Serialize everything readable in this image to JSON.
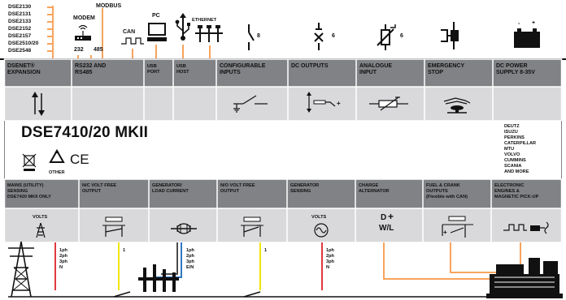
{
  "dse_models": [
    "DSE2130",
    "DSE2131",
    "DSE2133",
    "DSE2152",
    "DSE2157",
    "DSE2510/20",
    "DSE2548"
  ],
  "top_labels": {
    "modem": "MODEM",
    "modbus": "MODBUS",
    "port232": "232",
    "port485": "485",
    "can": "CAN",
    "pc": "PC",
    "ethernet": "ETHERNET",
    "configurable_count": "8",
    "dc_outputs_count": "6",
    "analogue_count": "6",
    "dc_minus": "-",
    "dc_plus": "+"
  },
  "upper_headers": [
    {
      "line1": "DSENET®",
      "line2": "EXPANSION"
    },
    {
      "line1": "RS232 AND",
      "line2": "RS485"
    },
    {
      "line1": "USB",
      "line2": "PORT"
    },
    {
      "line1": "USB",
      "line2": "HOST"
    },
    {
      "line1": "CONFIGURABLE",
      "line2": "INPUTS"
    },
    {
      "line1": "DC OUTPUTS",
      "line2": ""
    },
    {
      "line1": "ANALOGUE",
      "line2": "INPUT"
    },
    {
      "line1": "EMERGENCY",
      "line2": "STOP"
    },
    {
      "line1": "DC POWER",
      "line2": "SUPPLY 8-35V"
    }
  ],
  "product": {
    "title": "DSE7410/20 MKII",
    "other": "OTHER",
    "ce": "CE",
    "engines": [
      "DEUTZ",
      "ISUZU",
      "PERKINS",
      "CATERPILLAR",
      "MTU",
      "VOLVO",
      "CUMMINS",
      "SCANIA",
      "AND MORE"
    ]
  },
  "lower_headers": [
    {
      "line1": "MAINS (UTILITY)",
      "line2": "SENSING",
      "line3": "DSE7420 MKII ONLY"
    },
    {
      "line1": "N/C VOLT FREE",
      "line2": "OUTPUT",
      "line3": ""
    },
    {
      "line1": "GENERATOR/",
      "line2": "LOAD CURRENT",
      "line3": ""
    },
    {
      "line1": "N/O VOLT FREE",
      "line2": "OUTPUT",
      "line3": ""
    },
    {
      "line1": "GENERATOR",
      "line2": "SENSING",
      "line3": ""
    },
    {
      "line1": "CHARGE",
      "line2": "ALTERNATOR",
      "line3": ""
    },
    {
      "line1": "FUEL & CRANK",
      "line2": "OUTPUTS",
      "line3": "(Flexible with CAN)"
    },
    {
      "line1": "ELECTRONIC",
      "line2": "ENGINES &",
      "line3": "MAGNETIC PICK-UP"
    }
  ],
  "lower_cells": {
    "mains_volts": "VOLTS",
    "gen_volts": "VOLTS",
    "charge_d": "D",
    "charge_plus": "+",
    "charge_wl": "W/L"
  },
  "bottom_labels": {
    "mains_phases": [
      "1ph",
      "2ph",
      "3ph",
      "N"
    ],
    "nc_count": "1",
    "current_phases": [
      "1ph",
      "2ph",
      "3ph",
      "E/N"
    ],
    "no_count": "1",
    "gen_phases": [
      "1ph",
      "2ph",
      "3ph",
      "N"
    ]
  },
  "colors": {
    "mid_gray": "#808285",
    "light_gray": "#d9d9db",
    "orange": "#f7a35c",
    "red": "#e0393e",
    "yellow": "#f2e500",
    "blue": "#2e79c2"
  }
}
